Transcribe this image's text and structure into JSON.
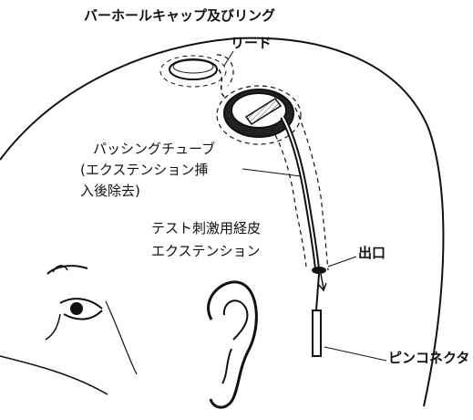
{
  "labels": {
    "burr_hole_cap": "バーホールキャップ及びリング",
    "lead": "リード",
    "passing_tube_line1": "パッシングチューブ",
    "passing_tube_line2": "(エクステンション挿",
    "passing_tube_line3": "入後除去)",
    "stim_extension_line1": "テスト刺激用経皮",
    "stim_extension_line2": "エクステンション",
    "exit": "出口",
    "pin_connector": "ピンコネクタ"
  },
  "colors": {
    "line": "#111111",
    "background": "#ffffff",
    "hatch": "#555555"
  }
}
